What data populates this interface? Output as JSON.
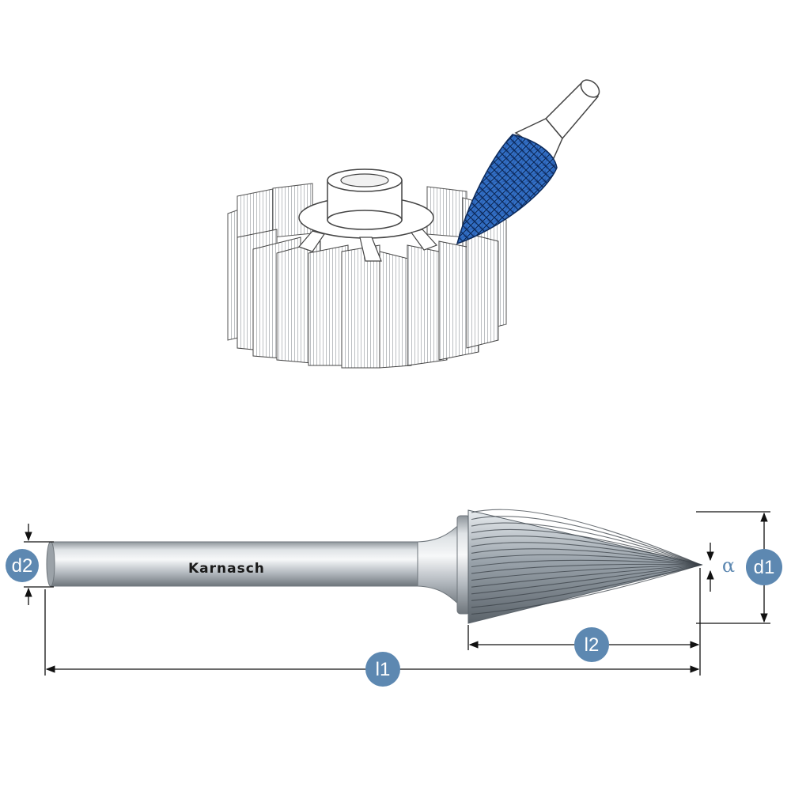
{
  "brand": "Karnasch",
  "labels": {
    "d2": "d2",
    "d1": "d1",
    "l1": "l1",
    "l2": "l2",
    "alpha": "α"
  },
  "colors": {
    "badge": "#5d88b1",
    "coating_blue": "#2f6bc2",
    "dimension_line": "#111111",
    "shank": "#b9bfc5"
  },
  "icons": [
    "heatsink-illustration",
    "cone-burr-tool"
  ]
}
